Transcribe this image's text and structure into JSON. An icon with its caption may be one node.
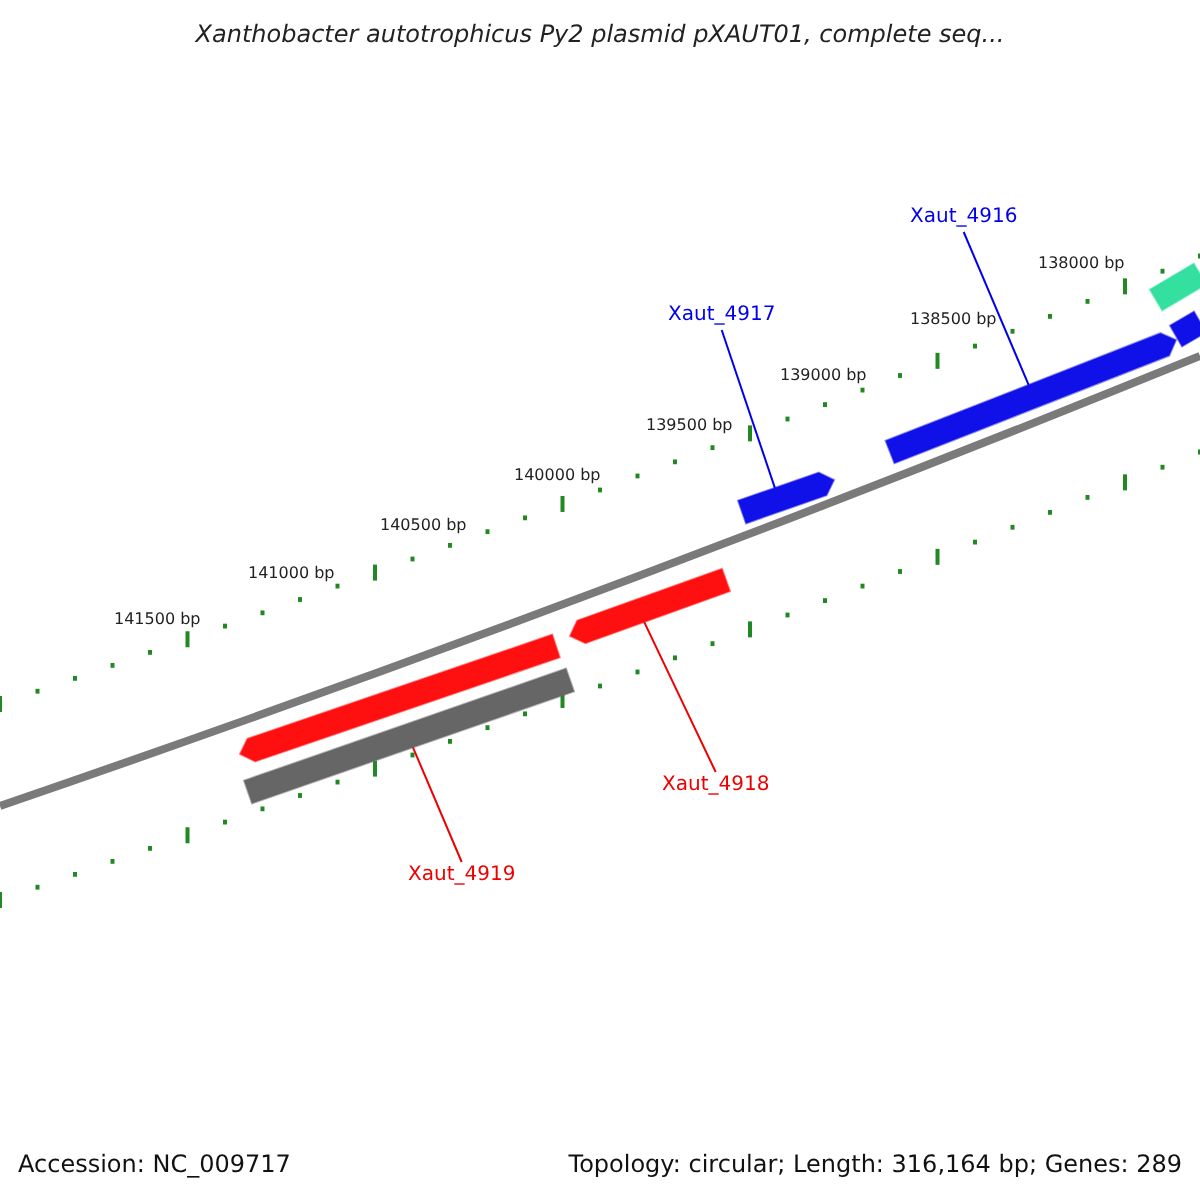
{
  "diagram": {
    "title": "Xanthobacter autotrophicus Py2 plasmid pXAUT01, complete seq...",
    "nodes": [
      {
        "text": [
          "Xaut_4916"
        ]
      },
      {
        "text": [
          "Xaut_4917"
        ]
      },
      {
        "text": [
          "Xaut_4918"
        ]
      },
      {
        "text": [
          "Xaut_4919"
        ]
      },
      {
        "text": [],
        "shape": "arrow"
      },
      {
        "text": [],
        "shape": "arrow"
      },
      {
        "text": [],
        "shape": "arrow"
      },
      {
        "text": [],
        "shape": "arrow"
      },
      {
        "text": [],
        "shape": "arrow"
      },
      {
        "text": [],
        "shape": "arrow"
      },
      {
        "text": [],
        "shape": "bar"
      }
    ],
    "edges": [
      {
        "from": 0,
        "to": 6,
        "arrow": "none",
        "color": "#0000ee"
      },
      {
        "from": 1,
        "to": 7,
        "arrow": "none",
        "color": "#0000ee"
      },
      {
        "from": 2,
        "to": 8,
        "arrow": "none",
        "color": "#ee0000"
      },
      {
        "from": 3,
        "to": 10,
        "arrow": "none",
        "color": "#ee0000"
      }
    ],
    "labels": [
      "138000 bp",
      "138500 bp",
      "139000 bp",
      "139500 bp",
      "140000 bp",
      "140500 bp",
      "141000 bp",
      "141500 bp",
      "Accession: NC_009717",
      "Topology: circular; Length: 316,164 bp; Genes: 289"
    ]
  }
}
